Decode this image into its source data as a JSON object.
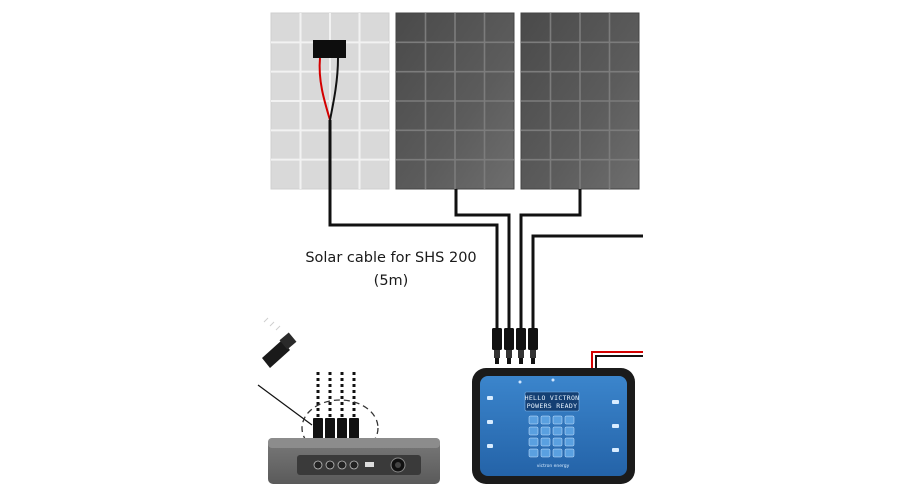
{
  "cable_label": {
    "line1": "Solar cable for SHS 200",
    "line2": "(5m)"
  },
  "controller": {
    "lcd_line1": "HELLO VICTRON",
    "lcd_line2": "POWERS READY",
    "brand": "victron energy"
  },
  "colors": {
    "panel_light": "#d6d6d6",
    "panel_dark": "#5a5a5a",
    "cable": "#111111",
    "cable_red": "#d40000",
    "controller_body": "#2a73b8",
    "controller_bezel": "#1b1b1b",
    "base_unit": "#6b6b6b"
  }
}
